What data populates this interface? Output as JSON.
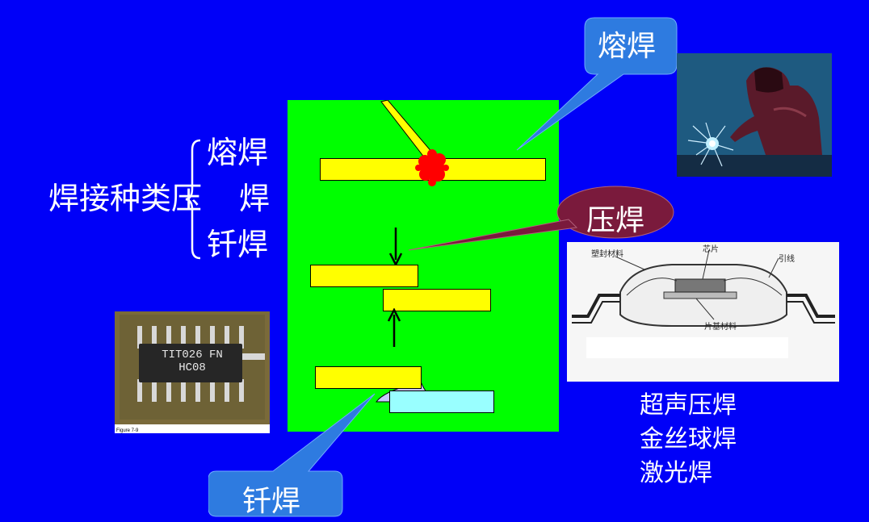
{
  "classification": {
    "main_label": "焊接种类",
    "items": [
      "熔焊",
      "压  焊",
      "钎焊"
    ],
    "split": {
      "prefix": "压",
      "suffix": "焊"
    }
  },
  "callouts": {
    "fusion": "熔焊",
    "pressure": "压焊",
    "brazing": "钎焊"
  },
  "chip_photo": {
    "marking_line1": "TIT026 FN",
    "marking_line2": "HC08",
    "caption": "Figure 7-9"
  },
  "package_diagram": {
    "label_top_left": "塑封材料",
    "label_top_mid": "芯片",
    "label_right": "引线",
    "label_bottom": "片基材料"
  },
  "right_list": [
    "超声压焊",
    "金丝球焊",
    "激光焊"
  ],
  "colors": {
    "background": "#0000F8",
    "panel": "#00FF00",
    "bar": "#FFFF00",
    "cyan_bar": "#99FFFF",
    "callout_blue": "#2E7BE0",
    "callout_maroon": "#7A1A3C",
    "flame": "#FF0000"
  }
}
